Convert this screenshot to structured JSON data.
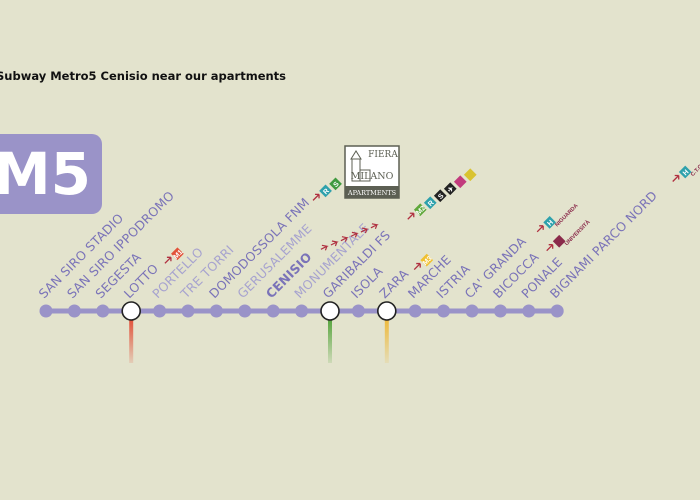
{
  "caption": "Subway Metro5 Cenisio near our apartments",
  "line": {
    "name": "M5",
    "color": "#9a93c8",
    "label_color": "#7a73b8",
    "light_label_color": "#a7a3cf"
  },
  "stations": [
    {
      "name": "SAN SIRO STADIO",
      "interchange": false,
      "light": false
    },
    {
      "name": "SAN SIRO IPPODROMO",
      "interchange": false,
      "light": false
    },
    {
      "name": "SEGESTA",
      "interchange": false,
      "light": false
    },
    {
      "name": "LOTTO",
      "interchange": true,
      "light": false,
      "link_color": "#e2523a",
      "connections": [
        {
          "label": "M1",
          "color": "#e2523a"
        }
      ]
    },
    {
      "name": "PORTELLO",
      "interchange": false,
      "light": true
    },
    {
      "name": "TRE TORRI",
      "interchange": false,
      "light": true
    },
    {
      "name": "DOMODOSSOLA FNM",
      "interchange": false,
      "light": false,
      "connections": [
        {
          "label": "R",
          "color": "#2ea1ac"
        },
        {
          "label": "S",
          "color": "#3f9a3f"
        }
      ]
    },
    {
      "name": "GERUSALEMME",
      "interchange": false,
      "light": true
    },
    {
      "name": "CENISIO",
      "interchange": false,
      "light": false,
      "bold": true
    },
    {
      "name": "MONUMENTALE",
      "interchange": false,
      "light": true
    },
    {
      "name": "GARIBALDI FS",
      "interchange": true,
      "light": false,
      "link_color": "#57a53e",
      "connections": [
        {
          "label": "M2",
          "color": "#5fa83a"
        },
        {
          "label": "R",
          "color": "#2ea1ac"
        },
        {
          "label": "S",
          "color": "#222222"
        },
        {
          "label": "✈",
          "color": "#222222"
        },
        {
          "label": "",
          "color": "#c23b7d"
        },
        {
          "label": "",
          "color": "#d9c330"
        }
      ]
    },
    {
      "name": "ISOLA",
      "interchange": false,
      "light": false
    },
    {
      "name": "ZARA",
      "interchange": true,
      "light": false,
      "link_color": "#eeb93a",
      "connections": [
        {
          "label": "M3",
          "color": "#f0c030"
        }
      ]
    },
    {
      "name": "MARCHE",
      "interchange": false,
      "light": false
    },
    {
      "name": "ISTRIA",
      "interchange": false,
      "light": false
    },
    {
      "name": "CA' GRANDA",
      "interchange": false,
      "light": false,
      "connections": [
        {
          "label": "H",
          "color": "#2ea1ac",
          "note": "NIGUARDA"
        }
      ]
    },
    {
      "name": "BICOCCA",
      "interchange": false,
      "light": false,
      "connections": [
        {
          "label": "",
          "color": "#8a2a4a",
          "note": "UNIVERSITÀ"
        }
      ]
    },
    {
      "name": "PONALE",
      "interchange": false,
      "light": false
    },
    {
      "name": "BIGNAMI PARCO NORD",
      "interchange": false,
      "light": false,
      "connections": [
        {
          "label": "H",
          "color": "#2ea1ac",
          "note": "C.T.O."
        }
      ]
    }
  ],
  "logo": {
    "line1": "FIERA",
    "line2": "MILANO",
    "line3": "APARTMENTS",
    "color": "#5c5f53",
    "icon": "castle-tower-icon"
  },
  "colors": {
    "background": "#e3e3cd",
    "arrow": "#b03040"
  }
}
